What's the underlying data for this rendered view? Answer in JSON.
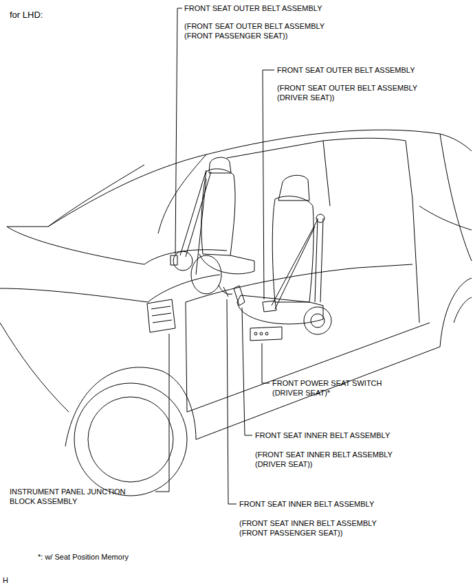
{
  "diagram": {
    "title": "for LHD:",
    "labels": [
      "FRONT SEAT OUTER BELT ASSEMBLY",
      "(FRONT SEAT OUTER BELT ASSEMBLY (FRONT PASSENGER SEAT))",
      "FRONT SEAT OUTER BELT ASSEMBLY",
      "(FRONT SEAT OUTER BELT ASSEMBLY (DRIVER SEAT))",
      "FRONT POWER SEAT SWITCH (DRIVER SEAT)*",
      "FRONT SEAT INNER BELT ASSEMBLY",
      "(FRONT SEAT INNER BELT ASSEMBLY (DRIVER SEAT))",
      "INSTRUMENT PANEL JUNCTION BLOCK ASSEMBLY",
      "FRONT SEAT INNER BELT ASSEMBLY",
      "(FRONT SEAT INNER BELT ASSEMBLY (FRONT PASSENGER SEAT))",
      "*: w/ Seat Position Memory",
      "H"
    ]
  }
}
